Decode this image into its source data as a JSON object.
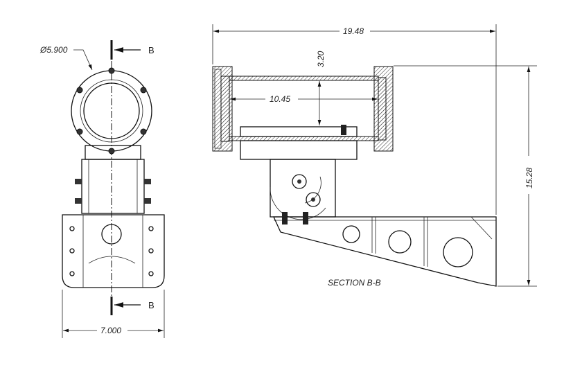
{
  "drawing": {
    "front_view": {
      "diameter_label": "Ø5.900",
      "section_mark_top": "B",
      "section_mark_bottom": "B",
      "width_dimension": "7.000"
    },
    "section_view": {
      "overall_length": "19.48",
      "inner_height": "3.20",
      "inner_length": "10.45",
      "overall_height": "15.28",
      "title": "SECTION B-B"
    }
  }
}
